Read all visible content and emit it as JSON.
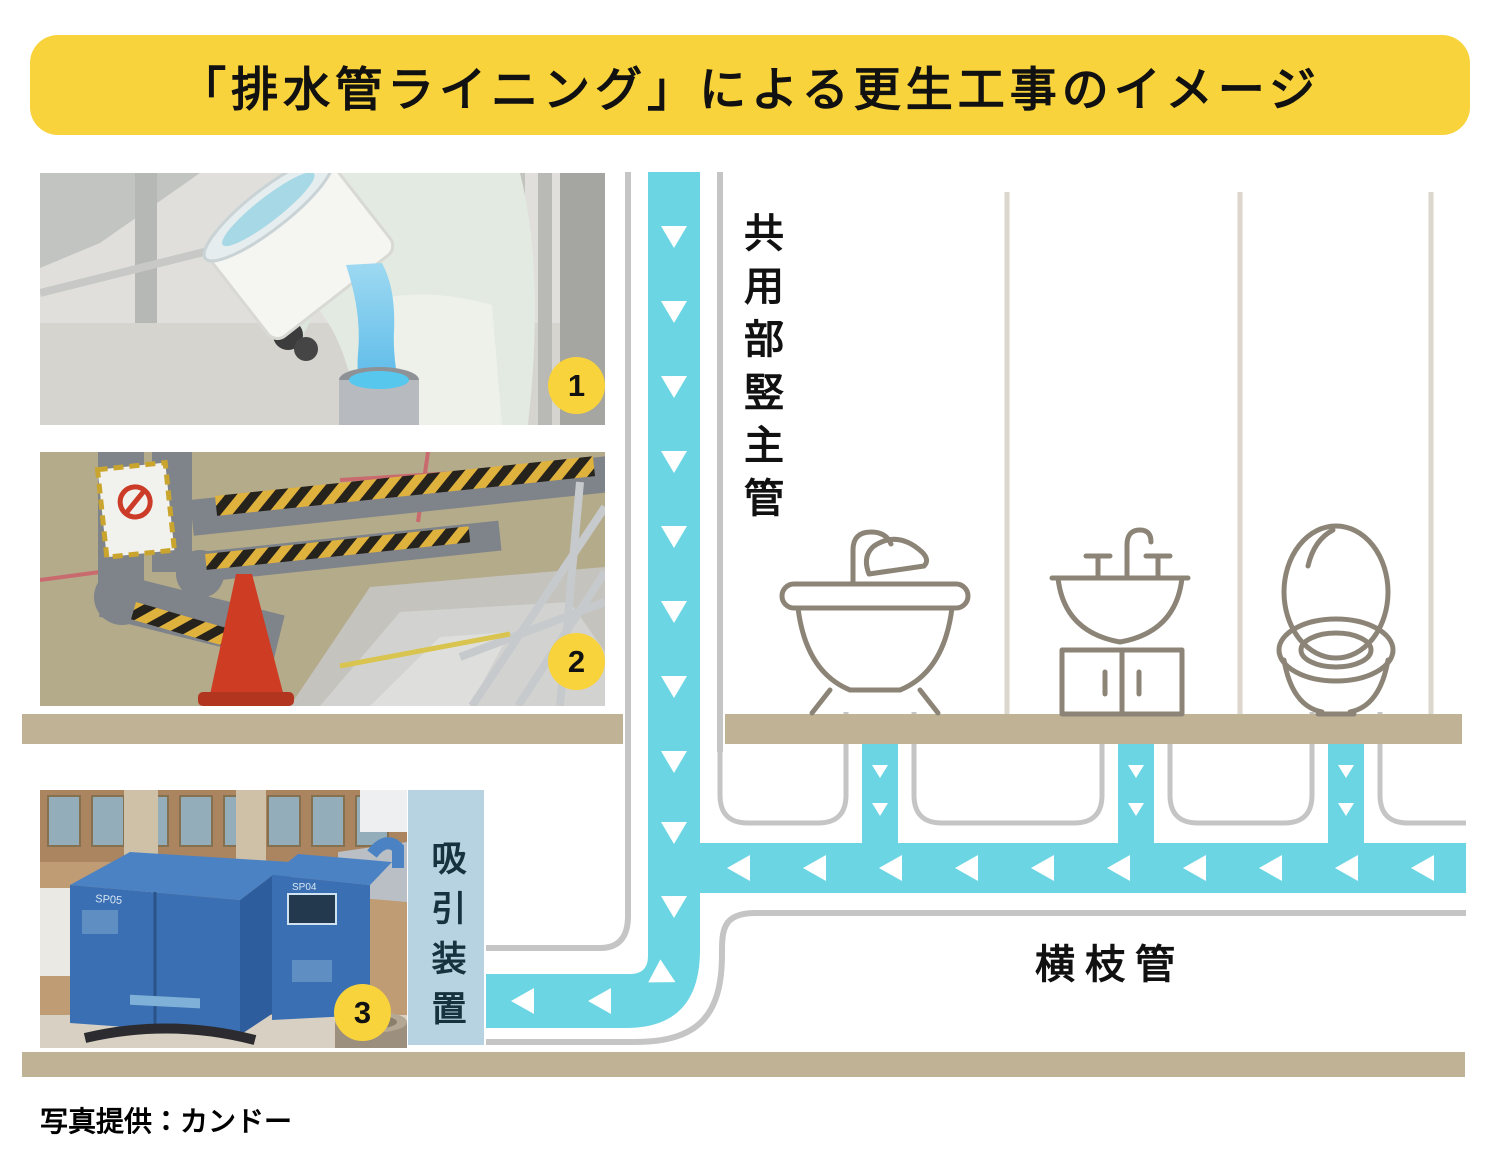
{
  "header": {
    "title": "「排水管ライニング」による更生工事のイメージ"
  },
  "diagram": {
    "riser_label": "共用部竪主管",
    "branch_label": "横枝管",
    "suction_label": "吸引装置",
    "icons": [
      "bathtub-icon",
      "sink-icon",
      "toilet-icon",
      "flow-arrow-icon"
    ]
  },
  "photos": [
    {
      "badge": "1"
    },
    {
      "badge": "2"
    },
    {
      "badge": "3",
      "machine_labels": [
        "SP05",
        "SP04"
      ]
    }
  ],
  "footer": {
    "credit": "写真提供：カンドー"
  },
  "colors": {
    "banner_yellow": "#F8D33C",
    "badge_yellow": "#F8D33C",
    "pipe_cyan": "#6BD5E3",
    "floor_tan": "#C0B295",
    "pipe_casing_gray": "#C5C5C5",
    "wall_line_gray": "#DBD6CE",
    "suction_box_blue": "#B7D2E0",
    "fixture_stroke": "#8C8477"
  }
}
